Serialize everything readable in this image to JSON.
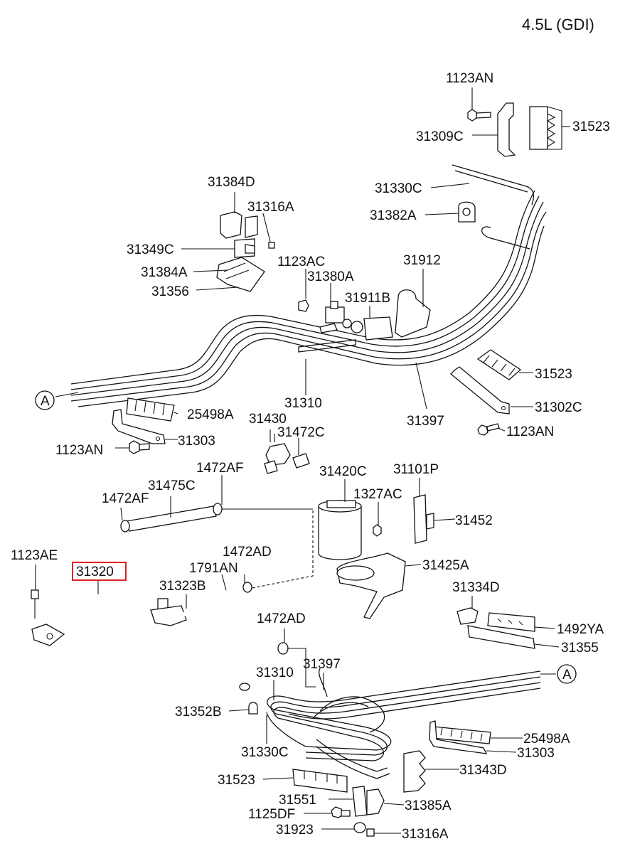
{
  "header": {
    "engine": "4.5L (GDI)"
  },
  "ref_marker": "A",
  "highlight": "31320",
  "labels": {
    "p1123AN_top": "1123AN",
    "p31309C": "31309C",
    "p31523_top": "31523",
    "p31330C_top": "31330C",
    "p31382A": "31382A",
    "p31384D": "31384D",
    "p31316A_top": "31316A",
    "p31349C": "31349C",
    "p31384A": "31384A",
    "p31356": "31356",
    "p1123AC": "1123AC",
    "p31380A": "31380A",
    "p31912": "31912",
    "p31911B": "31911B",
    "p31310_top": "31310",
    "p31397_top": "31397",
    "p31523_mid": "31523",
    "p31302C": "31302C",
    "p1123AN_mid": "1123AN",
    "p25498A_top": "25498A",
    "p31303_top": "31303",
    "p1123AN_left": "1123AN",
    "p31430": "31430",
    "p31472C": "31472C",
    "p1472AF_a": "1472AF",
    "p31475C": "31475C",
    "p1472AF_b": "1472AF",
    "p31420C": "31420C",
    "p31101P": "31101P",
    "p1327AC": "1327AC",
    "p31452": "31452",
    "p1123AE": "1123AE",
    "p31320": "31320",
    "p1791AN": "1791AN",
    "p1472AD_top": "1472AD",
    "p31425A": "31425A",
    "p31323B": "31323B",
    "p31334D": "31334D",
    "p1472AD_mid": "1472AD",
    "p1492YA": "1492YA",
    "p31355": "31355",
    "p31310_bot": "31310",
    "p31397_bot": "31397",
    "p31352B": "31352B",
    "p25498A_bot": "25498A",
    "p31330C_bot": "31330C",
    "p31303_bot": "31303",
    "p31343D": "31343D",
    "p31523_bot": "31523",
    "p31551": "31551",
    "p31385A": "31385A",
    "p1125DF": "1125DF",
    "p31923": "31923",
    "p31316A_bot": "31316A"
  }
}
